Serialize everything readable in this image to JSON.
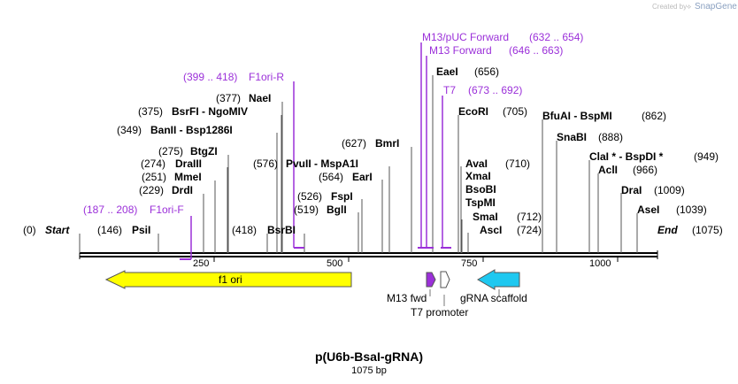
{
  "credit": {
    "prefix": "Created by",
    "brand": "SnapGene"
  },
  "map": {
    "title": "p(U6b-BsaI-gRNA)",
    "length_label": "1075 bp",
    "ticks": [
      "250",
      "500",
      "750",
      "1000"
    ],
    "start_label": "Start",
    "start_pos": "(0)",
    "end_label": "End",
    "end_pos": "(1075)"
  },
  "sites": [
    {
      "name": "PsiI",
      "pos": "(146)"
    },
    {
      "name": "DrdI",
      "pos": "(229)"
    },
    {
      "name": "MmeI",
      "pos": "(251)"
    },
    {
      "name": "DraIII",
      "pos": "(274)"
    },
    {
      "name": "BtgZI",
      "pos": "(275)"
    },
    {
      "name": "BanII  -  Bsp1286I",
      "pos": "(349)"
    },
    {
      "name": "BsrFI  -  NgoMIV",
      "pos": "(375)"
    },
    {
      "name": "NaeI",
      "pos": "(377)"
    },
    {
      "name": "BsrBI",
      "pos": "(418)"
    },
    {
      "name": "PvuII  -  MspA1I",
      "pos": "(576)"
    },
    {
      "name": "EarI",
      "pos": "(564)"
    },
    {
      "name": "FspI",
      "pos": "(526)"
    },
    {
      "name": "BglI",
      "pos": "(519)"
    },
    {
      "name": "BmrI",
      "pos": "(627)"
    },
    {
      "name": "EaeI",
      "pos": "(656)"
    },
    {
      "name": "EcoRI",
      "pos": "(705)"
    },
    {
      "name": "AvaI",
      "pos": "(710)"
    },
    {
      "name": "XmaI",
      "pos": ""
    },
    {
      "name": "BsoBI",
      "pos": ""
    },
    {
      "name": "TspMI",
      "pos": ""
    },
    {
      "name": "SmaI",
      "pos": "(712)"
    },
    {
      "name": "AscI",
      "pos": "(724)"
    },
    {
      "name": "BfuAI  -  BspMI",
      "pos": "(862)"
    },
    {
      "name": "SnaBI",
      "pos": "(888)"
    },
    {
      "name": "ClaI *  -  BspDI *",
      "pos": "(949)"
    },
    {
      "name": "AclI",
      "pos": "(966)"
    },
    {
      "name": "DraI",
      "pos": "(1009)"
    },
    {
      "name": "AseI",
      "pos": "(1039)"
    }
  ],
  "primers": [
    {
      "name": "F1ori-F",
      "pos": "(187 .. 208)"
    },
    {
      "name": "F1ori-R",
      "pos": "(399 .. 418)"
    },
    {
      "name": "M13/pUC Forward",
      "pos": "(632 .. 654)"
    },
    {
      "name": "M13 Forward",
      "pos": "(646 .. 663)"
    },
    {
      "name": "T7",
      "pos": "(673 .. 692)"
    }
  ],
  "features": [
    {
      "name": "f1 ori",
      "color": "#ffff00"
    },
    {
      "name": "M13 fwd",
      "color": "#9b30d9"
    },
    {
      "name": "T7 promoter",
      "color": "#ffffff"
    },
    {
      "name": "gRNA scaffold",
      "color": "#1ec8f0"
    }
  ]
}
